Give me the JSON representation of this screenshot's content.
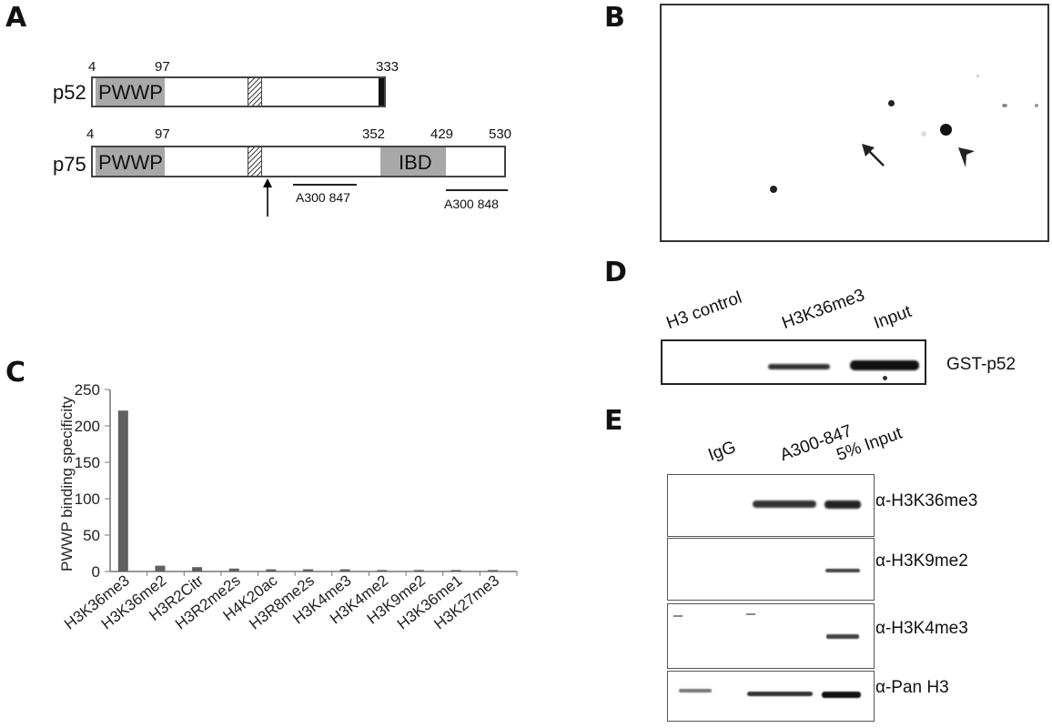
{
  "panels": {
    "a": "A",
    "b": "B",
    "c": "C",
    "d": "D",
    "e": "E"
  },
  "panel_a": {
    "p52": {
      "label": "p52",
      "positions": [
        "4",
        "97",
        "333"
      ],
      "domain": "PWWP"
    },
    "p75": {
      "label": "p75",
      "positions": [
        "4",
        "97",
        "352",
        "429",
        "530"
      ],
      "domains": [
        "PWWP",
        "IBD"
      ]
    },
    "antibodies": [
      "A300 847",
      "A300 848"
    ]
  },
  "chart_data": {
    "type": "bar",
    "ylabel": "PWWP binding specificity",
    "ylim": [
      0,
      250
    ],
    "yticks": [
      0,
      50,
      100,
      150,
      200,
      250
    ],
    "categories": [
      "H3K36me3",
      "H3K36me2",
      "H3R2Citr",
      "H3R2me2s",
      "H4K20ac",
      "H3R8me2s",
      "H3K4me3",
      "H3K4me2",
      "H3K9me2",
      "H3K36me1",
      "H3K27me3"
    ],
    "values": [
      221,
      8,
      6,
      4,
      3,
      3,
      3,
      2,
      2,
      2,
      2
    ],
    "bar_color": "#606060"
  },
  "panel_d": {
    "lanes": [
      "H3 control",
      "H3K36me3",
      "Input"
    ],
    "blot_label": "GST-p52"
  },
  "panel_e": {
    "lanes": [
      "IgG",
      "A300-847",
      "5% Input"
    ],
    "blots": [
      "α-H3K36me3",
      "α-H3K9me2",
      "α-H3K4me3",
      "α-Pan H3"
    ]
  }
}
